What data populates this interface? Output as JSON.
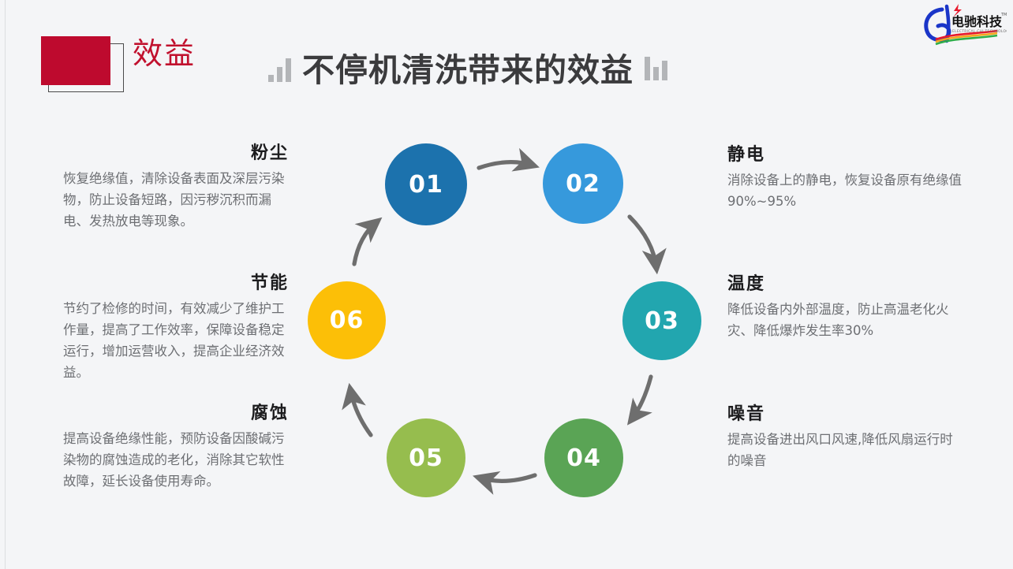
{
  "header": {
    "badge_label": "效益",
    "badge_color": "#be0a2e",
    "title": "不停机清洗带来的效益",
    "title_color": "#3b3b3d"
  },
  "logo": {
    "name_cn": "电驰科技",
    "name_en": "ELECTRICAL CHI TECHNOLOGY",
    "trademark": "TM",
    "mark_color": "#1a35c8"
  },
  "diagram": {
    "type": "cycle",
    "nodes": [
      {
        "number": "01",
        "color": "#1c72ad"
      },
      {
        "number": "02",
        "color": "#3699dc"
      },
      {
        "number": "03",
        "color": "#22a6af"
      },
      {
        "number": "04",
        "color": "#5aa455"
      },
      {
        "number": "05",
        "color": "#96bd4e"
      },
      {
        "number": "06",
        "color": "#fcbf07"
      }
    ],
    "arrow_color": "#6e6e6e"
  },
  "items": {
    "left": [
      {
        "title": "粉尘",
        "body": "恢复绝缘值，清除设备表面及深层污染物，防止设备短路，因污秽沉积而漏电、发热放电等现象。"
      },
      {
        "title": "节能",
        "body": "节约了检修的时间，有效减少了维护工作量，提高了工作效率，保障设备稳定运行，增加运营收入，提高企业经济效益。"
      },
      {
        "title": "腐蚀",
        "body": "提高设备绝缘性能，预防设备因酸碱污染物的腐蚀造成的老化，消除其它软性故障，延长设备使用寿命。"
      }
    ],
    "right": [
      {
        "title": "静电",
        "body": "消除设备上的静电，恢复设备原有绝缘值90%~95%"
      },
      {
        "title": "温度",
        "body": "降低设备内外部温度，防止高温老化火灾、降低爆炸发生率30%"
      },
      {
        "title": "噪音",
        "body": "提高设备进出风口风速,降低风扇运行时的噪音"
      }
    ]
  }
}
